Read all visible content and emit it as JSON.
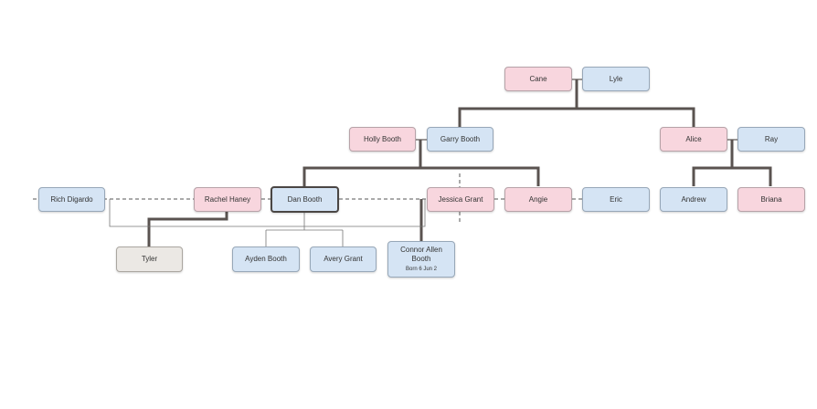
{
  "tree": {
    "people": {
      "cane": "Cane",
      "lyle": "Lyle",
      "holly_booth": "Holly Booth",
      "garry_booth": "Garry Booth",
      "alice": "Alice",
      "ray": "Ray",
      "rich_digardo": "Rich Digardo",
      "rachel_haney": "Rachel Haney",
      "dan_booth": "Dan Booth",
      "jessica_grant": "Jessica Grant",
      "angie": "Angie",
      "eric": "Eric",
      "andrew": "Andrew",
      "briana": "Briana",
      "tyler": "Tyler",
      "ayden_booth": "Ayden Booth",
      "avery_grant": "Avery Grant",
      "connor_allen_booth": "Connor Allen Booth",
      "connor_allen_booth_born": "Born 6 Jun 2"
    },
    "colors": {
      "female": "#f8d6de",
      "male": "#d5e4f4",
      "unknown": "#ebe8e4",
      "line": "#5a5350"
    }
  }
}
